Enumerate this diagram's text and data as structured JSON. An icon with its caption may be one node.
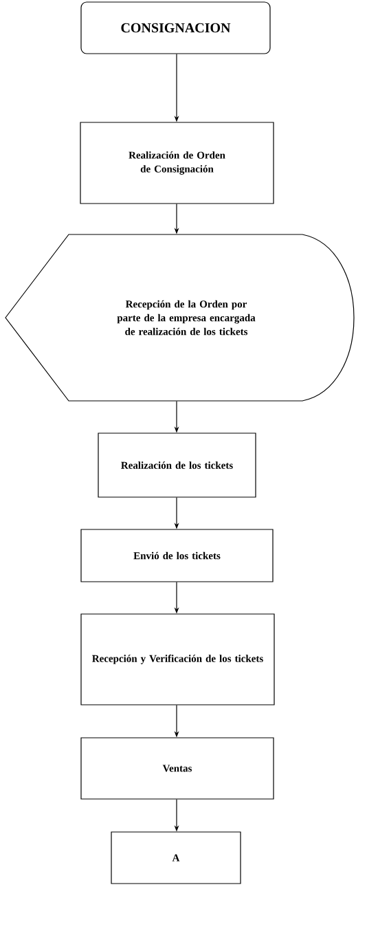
{
  "diagram": {
    "nodes": [
      {
        "text": [
          "CONSIGNACION"
        ]
      },
      {
        "text": [
          "Realización de Orden de Consignación"
        ]
      },
      {
        "text": [
          "Recepción de la Orden por parte de la empresa encargada de realización de los tickets"
        ]
      },
      {
        "text": [
          "Realización de los tickets"
        ]
      },
      {
        "text": [
          "Envió de los tickets"
        ]
      },
      {
        "text": [
          "Recepción y Verificación de los tickets"
        ]
      },
      {
        "text": [
          "Ventas"
        ]
      },
      {
        "text": [
          "A"
        ]
      }
    ],
    "edges": [
      {
        "from": 0,
        "to": 1,
        "arrow": "to"
      },
      {
        "from": 1,
        "to": 2,
        "arrow": "to"
      },
      {
        "from": 2,
        "to": 3,
        "arrow": "to"
      },
      {
        "from": 3,
        "to": 4,
        "arrow": "to"
      },
      {
        "from": 4,
        "to": 5,
        "arrow": "to"
      },
      {
        "from": 5,
        "to": 6,
        "arrow": "to"
      },
      {
        "from": 6,
        "to": 7,
        "arrow": "to"
      }
    ]
  }
}
